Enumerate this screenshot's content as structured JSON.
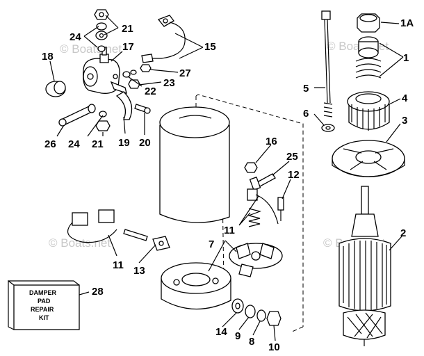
{
  "labels": {
    "l1": "1",
    "l1a": "1A",
    "l2": "2",
    "l3": "3",
    "l4": "4",
    "l5": "5",
    "l6": "6",
    "l7": "7",
    "l8": "8",
    "l9": "9",
    "l10": "10",
    "l11a": "11",
    "l11b": "11",
    "l12": "12",
    "l13": "13",
    "l14": "14",
    "l15": "15",
    "l16": "16",
    "l17": "17",
    "l18": "18",
    "l19": "19",
    "l20": "20",
    "l21a": "21",
    "l21b": "21",
    "l22": "22",
    "l23": "23",
    "l24a": "24",
    "l24b": "24",
    "l25": "25",
    "l26": "26",
    "l27": "27",
    "l28": "28"
  },
  "kit_box": {
    "line1": "DAMPER",
    "line2": "PAD",
    "line3": "REPAIR",
    "line4": "KIT"
  },
  "watermarks": {
    "w1": "© Boats.net",
    "w2": "© Boats.net",
    "w3": "© Boats.net",
    "w4": "© Boats.net"
  }
}
